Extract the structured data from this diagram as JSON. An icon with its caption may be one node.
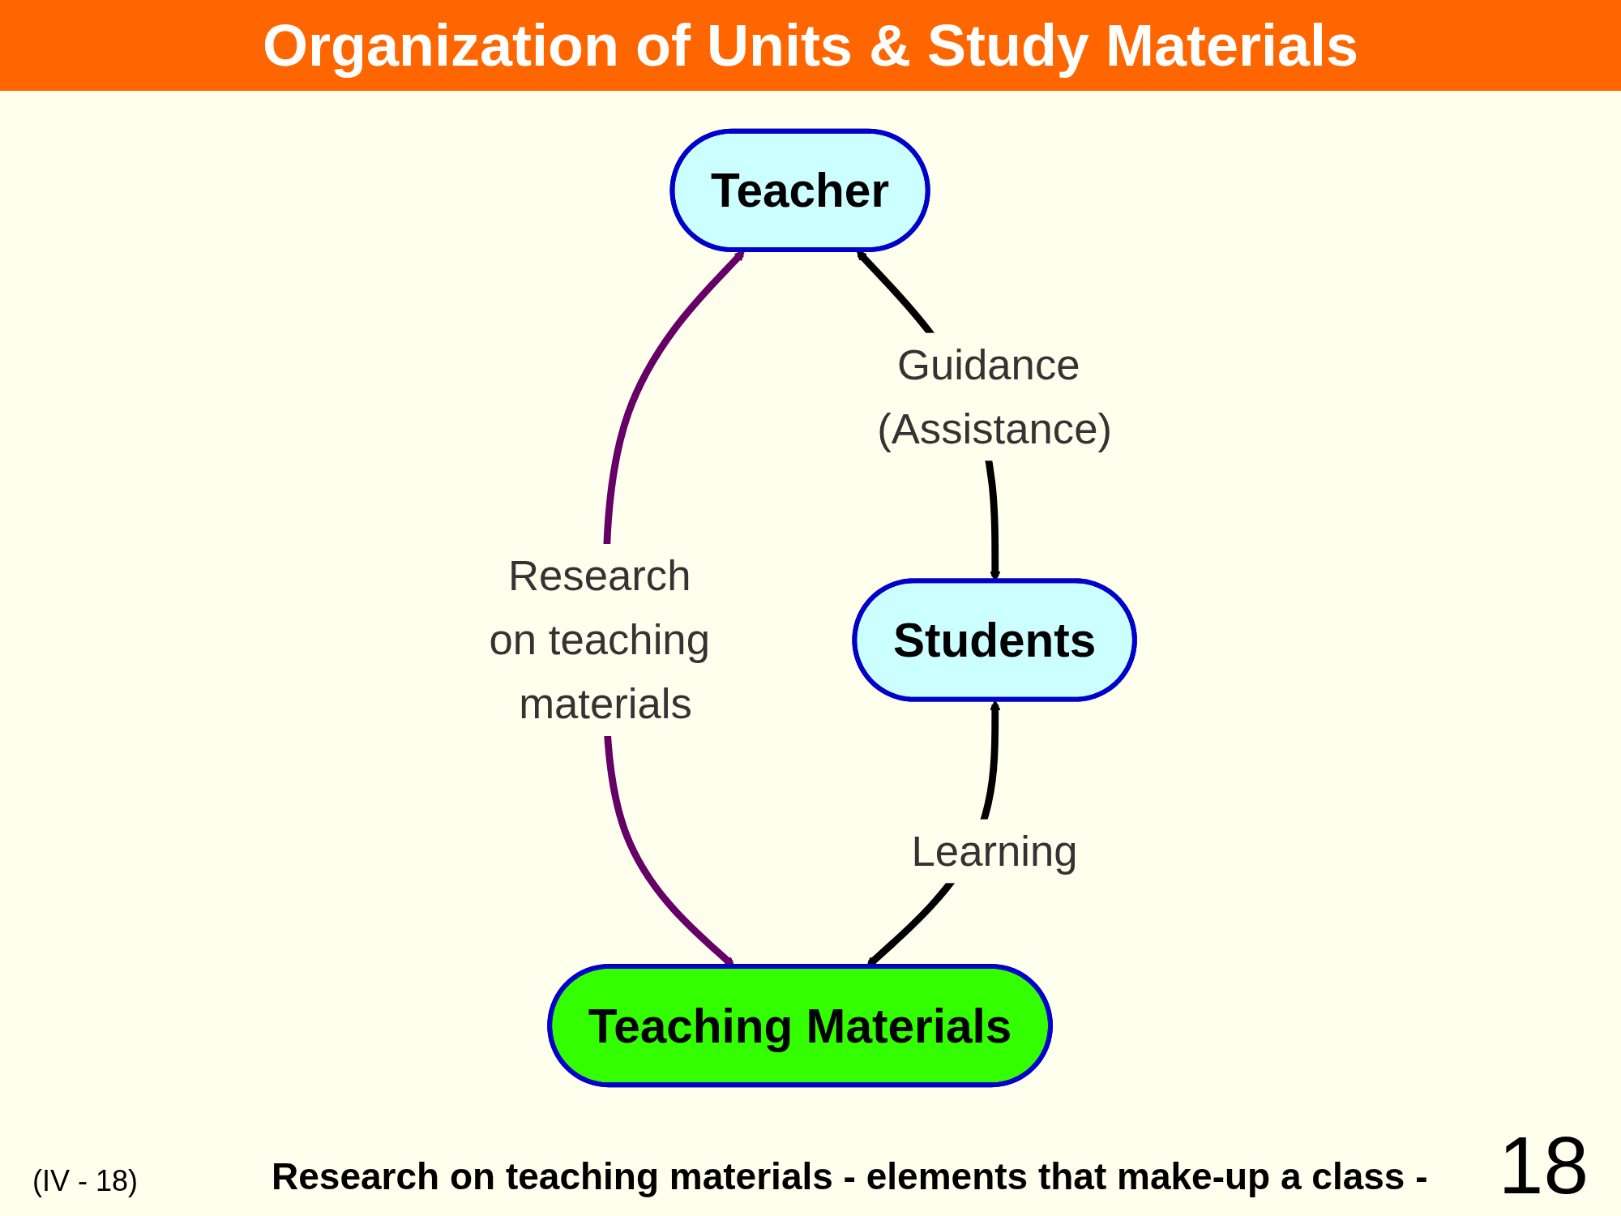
{
  "diagram": {
    "title": "Organization of Units & Study Materials",
    "nodes": [
      {
        "text": [
          "Teacher"
        ]
      },
      {
        "text": [
          "Students"
        ]
      },
      {
        "text": [
          "Teaching Materials"
        ]
      }
    ],
    "edges": [
      {
        "from": 0,
        "to": 1,
        "arrow": "both",
        "label": "Guidance (Assistance)"
      },
      {
        "from": 0,
        "to": 2,
        "arrow": "both",
        "label": "Research on teaching materials",
        "color": "#660066"
      },
      {
        "from": 1,
        "to": 2,
        "arrow": "both",
        "label": "Learning"
      }
    ],
    "labels": [
      "(IV - 18)",
      "Research on teaching materials - elements that make-up a class -",
      "18"
    ]
  }
}
